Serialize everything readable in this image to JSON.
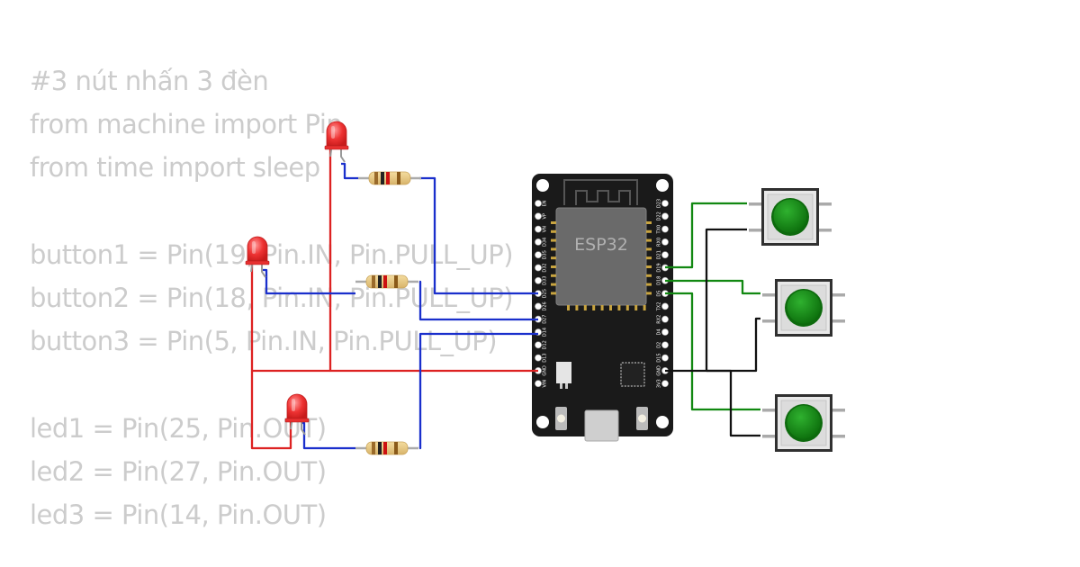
{
  "code_lines": [
    "#3 nút nhấn 3 đèn",
    "from machine import Pin",
    "from time import sleep",
    "",
    "button1 = Pin(19, Pin.IN, Pin.PULL_UP)",
    "button2 = Pin(18, Pin.IN, Pin.PULL_UP)",
    "button3 = Pin(5, Pin.IN, Pin.PULL_UP)",
    "",
    "led1 = Pin(25, Pin.OUT)",
    "led2 = Pin(27, Pin.OUT)",
    "led3 = Pin(14, Pin.OUT)"
  ],
  "board": {
    "label": "ESP32",
    "left_pins": [
      "EN",
      "VP",
      "VN",
      "D34",
      "D35",
      "D32",
      "D33",
      "D25",
      "D26",
      "D27",
      "D14",
      "D12",
      "D13",
      "GND",
      "VIN"
    ],
    "right_pins": [
      "D23",
      "D22",
      "TX0",
      "RX0",
      "D21",
      "D19",
      "D18",
      "D5",
      "TX2",
      "RX2",
      "D4",
      "D2",
      "D15",
      "GND",
      "3V3"
    ]
  },
  "colors": {
    "wire_red": "#dd2222",
    "wire_blue": "#1a2fcc",
    "wire_green": "#118811",
    "wire_black": "#111111",
    "board": "#1a1a1a",
    "chip": "#666666",
    "led": "#ee3333",
    "button_cap": "#138a13"
  },
  "components": {
    "leds": [
      "led-1",
      "led-2",
      "led-3"
    ],
    "resistors": [
      "resistor-1",
      "resistor-2",
      "resistor-3"
    ],
    "buttons": [
      "pushbutton-1",
      "pushbutton-2",
      "pushbutton-3"
    ]
  }
}
